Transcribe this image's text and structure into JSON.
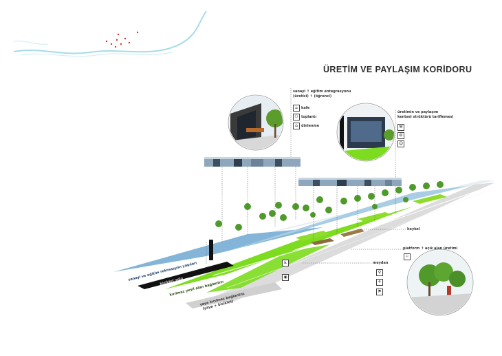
{
  "title": "ÜRETİM VE PAYLAŞIM KORİDORU",
  "callouts": {
    "left_top": {
      "lines": [
        "sanayi ↑ eğitim entegrasyonu",
        "(üretici) ↑ (öğrenci)"
      ],
      "items": [
        {
          "label": "kafe",
          "icon": "cup-icon"
        },
        {
          "label": "toplantı",
          "icon": "meeting-icon"
        },
        {
          "label": "dinlenme",
          "icon": "bench-icon"
        }
      ]
    },
    "right_top": {
      "lines": [
        "üretimin ve paylaşım",
        "kentsel strüktürü tariflemesi"
      ],
      "icons": [
        "worker-icon",
        "tools-icon",
        "people-icon"
      ]
    },
    "heykel": "heykel",
    "platform": "platform ↑ açık alan üretimi",
    "meydan": "meydan"
  },
  "bands": {
    "blue": "sanayi ve eğitim rekreasyon yapıları",
    "black": "bisiklet yolu",
    "green": "kırılmaz yeşil alan bağlantısı",
    "grey_1": "yaya kırılmaz bağlantısı",
    "grey_2": "(yaya + bisiklet)"
  },
  "colors": {
    "river": "#9fd9e6",
    "blue_band": "#7fb0d4",
    "green_band": "#7ddc1f",
    "grey_band": "#d9d9d9",
    "black_band": "#111111",
    "tree": "#4f9a2a",
    "site_point": "#e03030"
  }
}
